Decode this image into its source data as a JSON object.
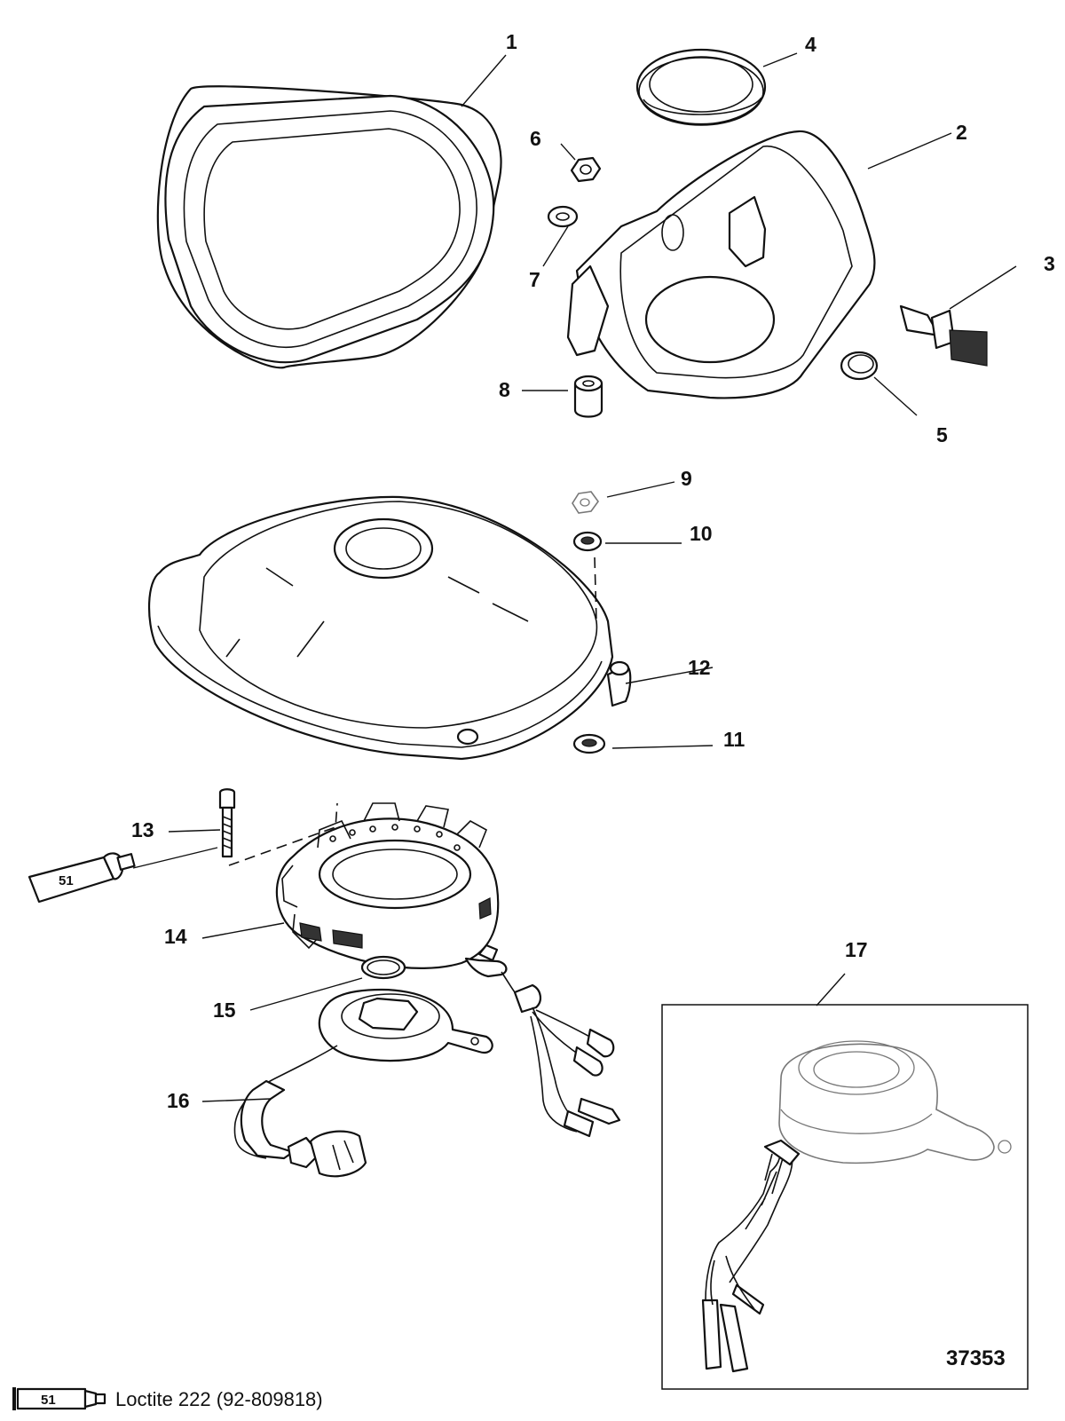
{
  "part_labels": [
    "1",
    "2",
    "3",
    "4",
    "5",
    "6",
    "7",
    "8",
    "9",
    "10",
    "11",
    "12",
    "13",
    "14",
    "15",
    "16",
    "17"
  ],
  "legend": {
    "tube_number": "51",
    "text": "Loctite 222 (92-809818)"
  },
  "reference_number": "37353"
}
